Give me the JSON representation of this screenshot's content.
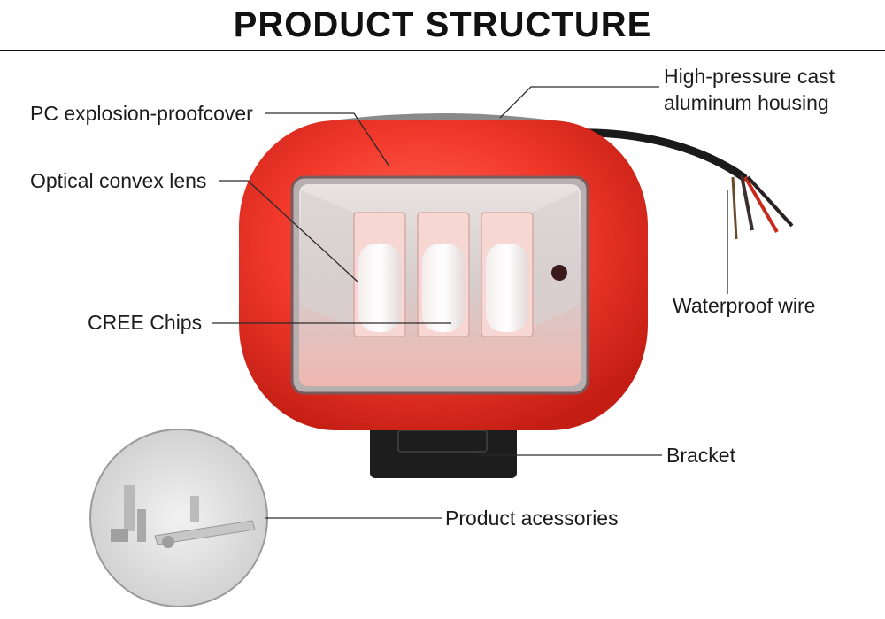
{
  "title": "PRODUCT  STRUCTURE",
  "labels": {
    "pc_cover": "PC explosion-proofcover",
    "optical_lens": "Optical convex lens",
    "cree_chips": "CREE Chips",
    "housing_line1": "High-pressure cast",
    "housing_line2": "aluminum housing",
    "waterproof_wire": "Waterproof wire",
    "bracket": "Bracket",
    "accessories": "Product acessories"
  },
  "colors": {
    "housing_red": "#f2392c",
    "lens_gray": "#c9c3c3",
    "wire_black": "#1a1a1a"
  }
}
